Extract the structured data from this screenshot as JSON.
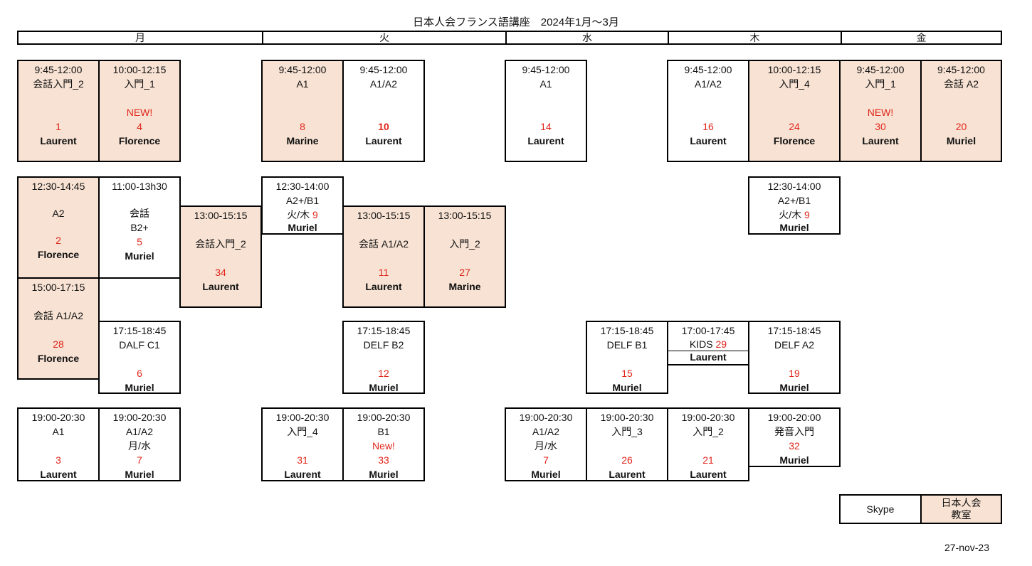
{
  "title": "日本人会フランス語講座　2024年1月〜3月",
  "days": [
    "月",
    "火",
    "水",
    "木",
    "金"
  ],
  "classes": {
    "mon1": {
      "time": "9:45-12:00",
      "level": "会話入門_2",
      "note": "",
      "num": "1",
      "teacher": "Laurent"
    },
    "mon2": {
      "time": "10:00-12:15",
      "level": "入門_1",
      "note": "NEW!",
      "num": "4",
      "teacher": "Florence"
    },
    "tue1": {
      "time": "9:45-12:00",
      "level": "A1",
      "note": "",
      "num": "8",
      "teacher": "Marine"
    },
    "tue2": {
      "time": "9:45-12:00",
      "level": "A1/A2",
      "note": "",
      "num": "10",
      "teacher": "Laurent"
    },
    "wed1": {
      "time": "9:45-12:00",
      "level": "A1",
      "note": "",
      "num": "14",
      "teacher": "Laurent"
    },
    "thu1": {
      "time": "9:45-12:00",
      "level": "A1/A2",
      "note": "",
      "num": "16",
      "teacher": "Laurent"
    },
    "thu2": {
      "time": "10:00-12:15",
      "level": "入門_4",
      "note": "",
      "num": "24",
      "teacher": "Florence"
    },
    "fri1": {
      "time": "9:45-12:00",
      "level": "入門_1",
      "note": "NEW!",
      "num": "30",
      "teacher": "Laurent"
    },
    "fri2": {
      "time": "9:45-12:00",
      "level": "会話 A2",
      "note": "",
      "num": "20",
      "teacher": "Muriel"
    },
    "mon3": {
      "time": "12:30-14:45",
      "level": "A2",
      "num": "2",
      "teacher": "Florence"
    },
    "mon4": {
      "time": "11:00-13h30",
      "level": "会話",
      "level2": "B2+",
      "num": "5",
      "teacher": "Muriel"
    },
    "mon5": {
      "time": "13:00-15:15",
      "level": "会話入門_2",
      "num": "34",
      "teacher": "Laurent"
    },
    "mon6": {
      "time": "15:00-17:15",
      "level": "会話 A1/A2",
      "num": "28",
      "teacher": "Florence"
    },
    "tue3": {
      "time": "12:30-14:00",
      "level": "A2+/B1",
      "days": "火/木",
      "num": "9",
      "teacher": "Muriel"
    },
    "tue4": {
      "time": "13:00-15:15",
      "level": "会話 A1/A2",
      "num": "11",
      "teacher": "Laurent"
    },
    "tue5": {
      "time": "13:00-15:15",
      "level": "入門_2",
      "num": "27",
      "teacher": "Marine"
    },
    "thu3": {
      "time": "12:30-14:00",
      "level": "A2+/B1",
      "days": "火/木",
      "num": "9",
      "teacher": "Muriel"
    },
    "mon7": {
      "time": "17:15-18:45",
      "level": "DALF C1",
      "num": "6",
      "teacher": "Muriel"
    },
    "tue6": {
      "time": "17:15-18:45",
      "level": "DELF B2",
      "num": "12",
      "teacher": "Muriel"
    },
    "wed2": {
      "time": "17:15-18:45",
      "level": "DELF B1",
      "num": "15",
      "teacher": "Muriel"
    },
    "thu4": {
      "time": "17:00-17:45",
      "level": "KIDS",
      "num": "29",
      "teacher": "Laurent"
    },
    "thu5": {
      "time": "17:15-18:45",
      "level": "DELF A2",
      "num": "19",
      "teacher": "Muriel"
    },
    "mon8": {
      "time": "19:00-20:30",
      "level": "A1",
      "num": "3",
      "teacher": "Laurent"
    },
    "mon9": {
      "time": "19:00-20:30",
      "level": "A1/A2",
      "days": "月/水",
      "num": "7",
      "teacher": "Muriel"
    },
    "tue7": {
      "time": "19:00-20:30",
      "level": "入門_4",
      "num": "31",
      "teacher": "Laurent"
    },
    "tue8": {
      "time": "19:00-20:30",
      "level": "B1",
      "note": "New!",
      "num": "33",
      "teacher": "Muriel"
    },
    "wed3": {
      "time": "19:00-20:30",
      "level": "A1/A2",
      "days": "月/水",
      "num": "7",
      "teacher": "Muriel"
    },
    "wed4": {
      "time": "19:00-20:30",
      "level": "入門_3",
      "num": "26",
      "teacher": "Laurent"
    },
    "thu6": {
      "time": "19:00-20:30",
      "level": "入門_2",
      "num": "21",
      "teacher": "Laurent"
    },
    "thu7": {
      "time": "19:00-20:00",
      "level": "発音入門",
      "num": "32",
      "teacher": "Muriel"
    }
  },
  "legend": {
    "skype": "Skype",
    "room_line1": "日本人会",
    "room_line2": "教室"
  },
  "colors": {
    "room_bg": "#f7e2d3",
    "number": "#e0261b"
  },
  "date": "27-nov-23"
}
